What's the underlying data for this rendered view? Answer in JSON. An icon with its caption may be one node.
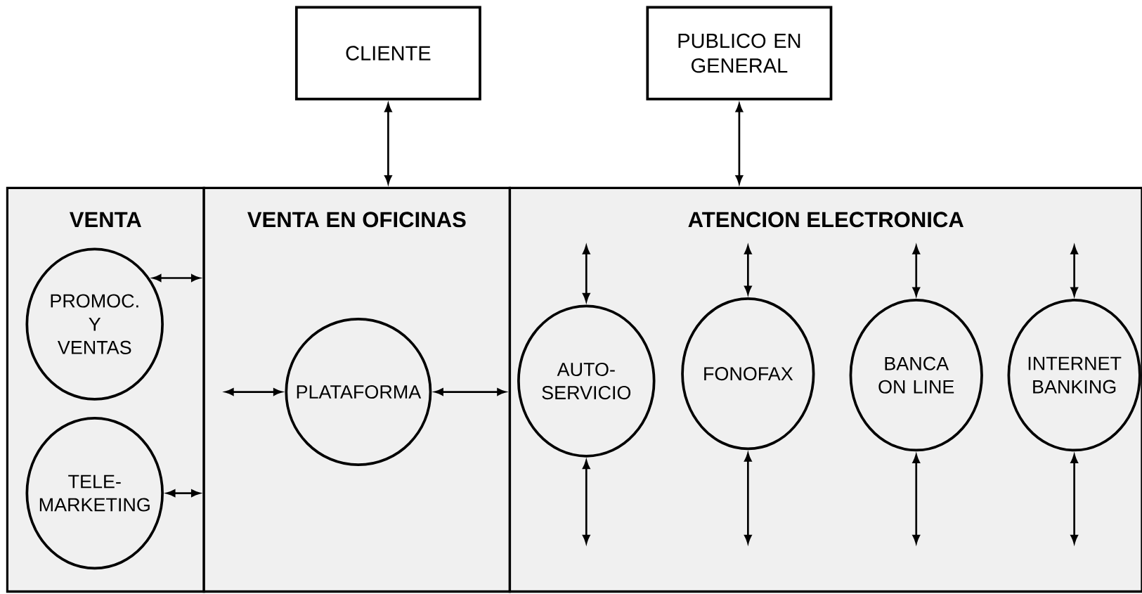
{
  "diagram": {
    "nodes": [
      {
        "text": [
          "CLIENTE"
        ]
      },
      {
        "text": [
          "PUBLICO EN GENERAL"
        ]
      },
      {
        "text": [
          "VENTA"
        ]
      },
      {
        "text": [
          "PROMOC. Y VENTAS"
        ],
        "in": 2
      },
      {
        "text": [
          "TELE- MARKETING"
        ],
        "in": 2
      },
      {
        "text": [
          "VENTA EN OFICINAS"
        ]
      },
      {
        "text": [
          "PLATAFORMA"
        ],
        "in": 5
      },
      {
        "text": [
          "ATENCION ELECTRONICA"
        ]
      },
      {
        "text": [
          "AUTO- SERVICIO"
        ],
        "in": 7
      },
      {
        "text": [
          "FONOFAX"
        ],
        "in": 7
      },
      {
        "text": [
          "BANCA ON LINE"
        ],
        "in": 7
      },
      {
        "text": [
          "INTERNET BANKING"
        ],
        "in": 7
      }
    ],
    "edges": [
      {
        "from": 0,
        "to": 5,
        "arrow": "both"
      },
      {
        "from": 1,
        "to": 7,
        "arrow": "both"
      },
      {
        "from": 3,
        "to": 5,
        "arrow": "both"
      },
      {
        "from": 4,
        "to": 5,
        "arrow": "both"
      },
      {
        "from": null,
        "to": 6,
        "arrow": "both"
      },
      {
        "from": 6,
        "to": 7,
        "arrow": "both"
      },
      {
        "from": null,
        "to": 8,
        "arrow": "both"
      },
      {
        "from": null,
        "to": 9,
        "arrow": "both"
      },
      {
        "from": null,
        "to": 10,
        "arrow": "both"
      },
      {
        "from": null,
        "to": 11,
        "arrow": "both"
      },
      {
        "from": 8,
        "to": null,
        "arrow": "both"
      },
      {
        "from": 9,
        "to": null,
        "arrow": "both"
      },
      {
        "from": 10,
        "to": null,
        "arrow": "both"
      },
      {
        "from": 11,
        "to": null,
        "arrow": "both"
      }
    ]
  }
}
